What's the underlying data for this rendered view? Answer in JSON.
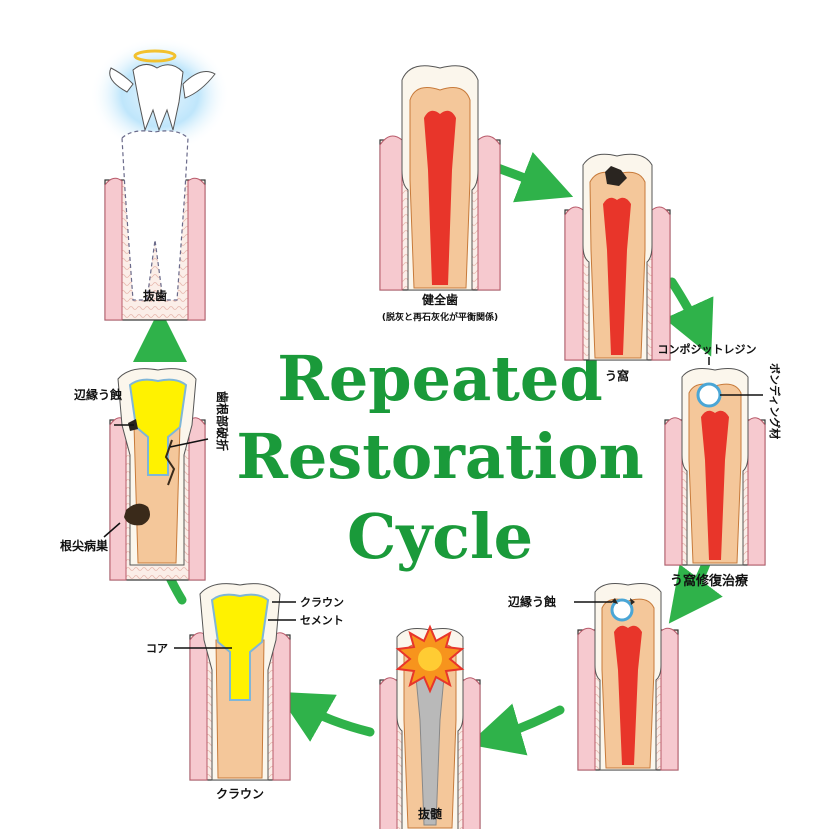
{
  "title": {
    "line1": "Repeated",
    "line2": "Restoration",
    "line3": "Cycle"
  },
  "colors": {
    "title": "#1a9a3a",
    "arrow": "#2fb24a",
    "enamel": "#fbf6ec",
    "dentin": "#f4c79a",
    "pulp": "#e8352a",
    "gum": "#f6c9cf",
    "gum_edge": "#b85a6a",
    "crown_yellow": "#fff200",
    "abscess_orange": "#f7941d"
  },
  "stages": {
    "healthy": {
      "label": "健全歯",
      "sublabel": "(脱灰と再石灰化が平衡関係)"
    },
    "caries": {
      "label": "う窩"
    },
    "restoration": {
      "label": "う窩修復治療",
      "composite_label": "コンポジットレジン",
      "bonding_label": "ボンディング材"
    },
    "secondary": {
      "label": "辺縁う蝕"
    },
    "pulpectomy": {
      "label": "抜髄"
    },
    "crown": {
      "label": "クラウン",
      "crown_label": "クラウン",
      "cement_label": "セメント",
      "core_label": "コア"
    },
    "fracture": {
      "marginal_label": "辺縁う蝕",
      "fracture_label": "歯根部破折",
      "apical_label": "根尖病巣"
    },
    "extraction": {
      "label": "抜歯"
    }
  }
}
